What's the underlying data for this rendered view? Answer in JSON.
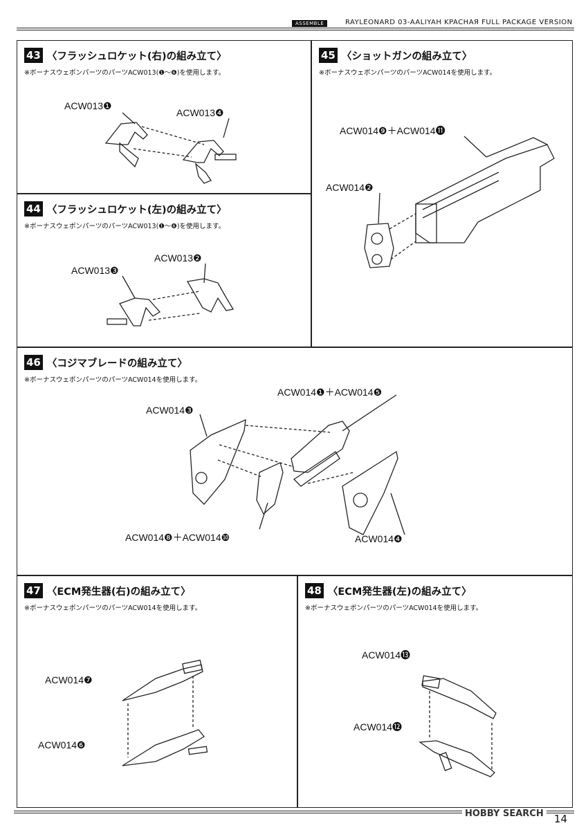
{
  "header": {
    "badge": "ASSEMBLE",
    "title": "RAYLEONARD 03-AALIYAH KPACHAЯ FULL PACKAGE VERSION"
  },
  "steps": [
    {
      "num": "43",
      "title": "〈フラッシュロケット(右)の組み立て〉",
      "note": "※ボーナスウェポンパーツのパーツACW013(❶〜❻)を使用します。",
      "labels": [
        "ACW013❶",
        "ACW013❹"
      ]
    },
    {
      "num": "44",
      "title": "〈フラッシュロケット(左)の組み立て〉",
      "note": "※ボーナスウェポンパーツのパーツACW013(❶〜❻)を使用します。",
      "labels": [
        "ACW013❷",
        "ACW013❸"
      ]
    },
    {
      "num": "45",
      "title": "〈ショットガンの組み立て〉",
      "note": "※ボーナスウェポンパーツのパーツACW014を使用します。",
      "labels": [
        "ACW014❾＋ACW014⓫",
        "ACW014❷"
      ]
    },
    {
      "num": "46",
      "title": "〈コジマブレードの組み立て〉",
      "note": "※ボーナスウェポンパーツのパーツACW014を使用します。",
      "labels": [
        "ACW014❶＋ACW014❺",
        "ACW014❸",
        "ACW014❽＋ACW014❿",
        "ACW014❹"
      ]
    },
    {
      "num": "47",
      "title": "〈ECM発生器(右)の組み立て〉",
      "note": "※ボーナスウェポンパーツのパーツACW014を使用します。",
      "labels": [
        "ACW014❼",
        "ACW014❻"
      ]
    },
    {
      "num": "48",
      "title": "〈ECM発生器(左)の組み立て〉",
      "note": "※ボーナスウェポンパーツのパーツACW014を使用します。",
      "labels": [
        "ACW014⓭",
        "ACW014⓬"
      ]
    }
  ],
  "page_number": "14",
  "watermark": "HOBBY SEARCH"
}
